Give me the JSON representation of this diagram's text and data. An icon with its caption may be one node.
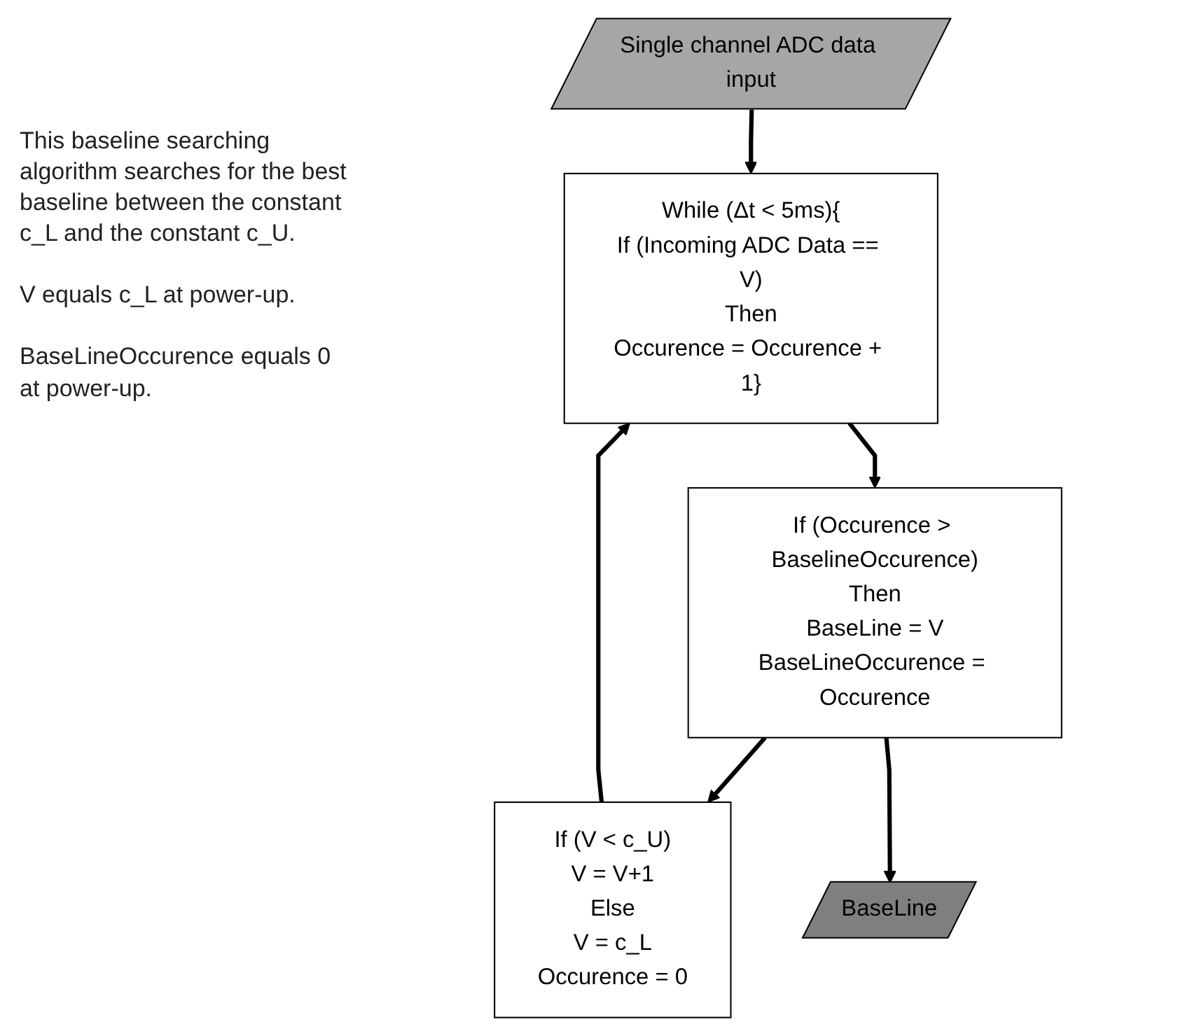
{
  "diagram": {
    "nodes": [
      {
        "text": [
          "Single channel ADC data input"
        ]
      },
      {
        "text": [
          "While (Δt < 5ms){",
          "If (Incoming ADC Data == V)",
          "Then",
          "Occurence = Occurence + 1}"
        ]
      },
      {
        "text": [
          "If (Occurence > BaselineOccurence)",
          "Then",
          "BaseLine = V",
          "BaseLineOccurence = Occurence"
        ]
      },
      {
        "text": [
          "If (V < c_U)",
          "V = V+1",
          "Else",
          "V = c_L",
          "Occurence = 0"
        ]
      },
      {
        "text": [
          "BaseLine"
        ]
      }
    ],
    "edges": [
      {
        "from": 0,
        "to": 1,
        "arrow": "to"
      },
      {
        "from": 1,
        "to": 2,
        "arrow": "to"
      },
      {
        "from": 2,
        "to": 3,
        "arrow": "to"
      },
      {
        "from": 3,
        "to": 1,
        "arrow": "to"
      },
      {
        "from": 2,
        "to": 4,
        "arrow": "to"
      }
    ],
    "labels": [
      "This baseline searching algorithm searches for the best baseline between the constant c_L and the constant c_U.",
      "V equals c_L at power-up.",
      "BaseLineOccurence equals 0 at power-up."
    ]
  }
}
